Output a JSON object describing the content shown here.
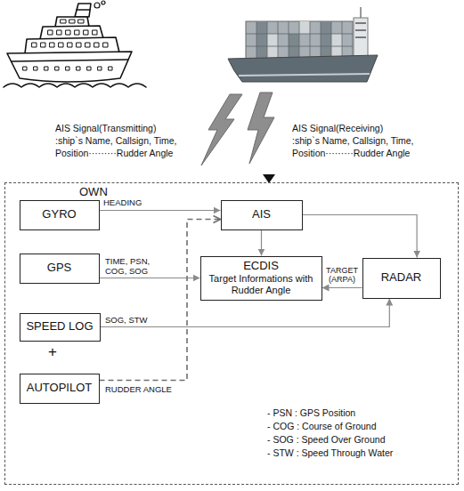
{
  "diagram": {
    "nodes": [
      {
        "text": [
          "OWN"
        ]
      },
      {
        "text": [
          "GYRO"
        ],
        "in": 0
      },
      {
        "text": [
          "AIS"
        ],
        "in": 0
      },
      {
        "text": [
          "GPS"
        ],
        "in": 0
      },
      {
        "text": [
          "ECDIS",
          "Target Informations with Rudder Angle"
        ],
        "in": 0
      },
      {
        "text": [
          "RADAR"
        ],
        "in": 0
      },
      {
        "text": [
          "SPEED LOG"
        ],
        "in": 0
      },
      {
        "text": [
          "AUTOPILOT"
        ],
        "in": 0
      }
    ],
    "edges": [
      {
        "from": 1,
        "to": 2,
        "arrow": "to",
        "label": "HEADING"
      },
      {
        "from": 3,
        "to": 4,
        "arrow": "to",
        "label": "TIME, PSN, COG, SOG"
      },
      {
        "from": 6,
        "to": 5,
        "arrow": "to",
        "label": "SOG, STW"
      },
      {
        "from": 7,
        "to": 2,
        "arrow": "to",
        "label": "RUDDER ANGLE"
      },
      {
        "from": 2,
        "to": 4,
        "arrow": "to"
      },
      {
        "from": 2,
        "to": 5,
        "arrow": "to"
      },
      {
        "from": 5,
        "to": 4,
        "arrow": "to",
        "label": "TARGET (ARPA)"
      }
    ],
    "labels": [
      "AIS Signal(Transmitting)",
      ":ship`s Name, Callsign, Time,",
      "Position·········Rudder Angle",
      "AIS Signal(Receiving)",
      ":ship`s Name, Callsign, Time,",
      "Position·········Rudder Angle",
      "+",
      "- PSN : GPS Position",
      "- COG : Course of Ground",
      "- SOG : Speed Over Ground",
      "- STW : Speed Through Water"
    ]
  }
}
